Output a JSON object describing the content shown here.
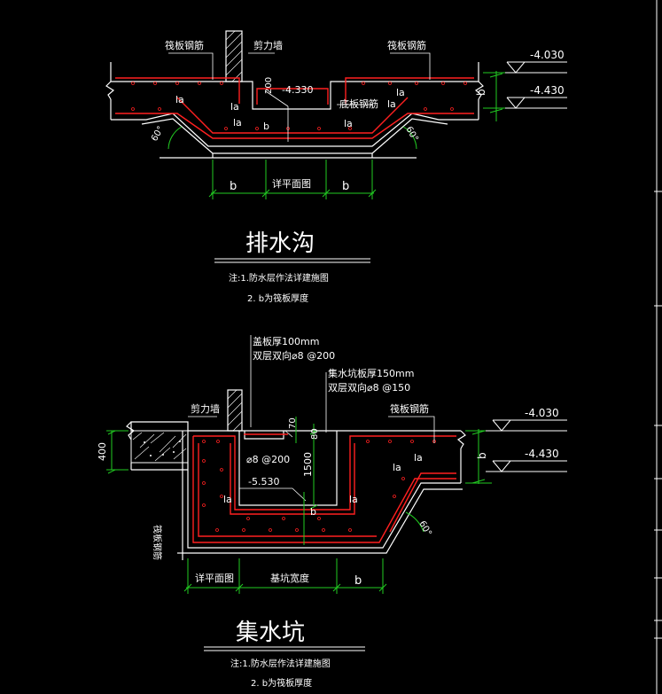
{
  "colors": {
    "background": "#000000",
    "outline": "#ffffff",
    "rebar": "#ff2020",
    "dimension": "#22cc22",
    "text": "#ffffff",
    "level": "#ffffff"
  },
  "trench": {
    "labels": {
      "raft_rebar_left": "筏板钢筋",
      "shear_wall": "剪力墙",
      "raft_rebar_right": "筏板钢筋",
      "bottom_rebar": "底板钢筋",
      "dim_200": "200",
      "level_mid": "-4.330",
      "la_1": "la",
      "la_2": "la",
      "la_3": "la",
      "la_4": "la",
      "la_5": "la",
      "la_6": "la",
      "b_left_mid": "b",
      "angle_left": "60°",
      "angle_right": "60°",
      "b_right": "b"
    },
    "levels": {
      "top": "-4.030",
      "bottom": "-4.430"
    },
    "dims": {
      "left": "b",
      "middle": "详平面图",
      "right": "b"
    },
    "title": "排水沟",
    "notes": [
      "注:1.防水层作法详建施图",
      "2. b为筏板厚度"
    ]
  },
  "sump": {
    "labels": {
      "cover_slab_1": "盖板厚100mm",
      "cover_slab_2": "双层双向⌀8 @200",
      "pit_slab_1": "集水坑板厚150mm",
      "pit_slab_2": "双层双向⌀8 @150",
      "shear_wall": "剪力墙",
      "raft_rebar": "筏板钢筋",
      "dim_70": "70",
      "dim_80": "80",
      "dim_1500": "1500",
      "bar_200": "⌀8 @200",
      "level_mid": "-5.530",
      "dim_400": "400",
      "raft_rebar_vertical": "筏板钢筋",
      "la_1": "la",
      "la_2": "la",
      "la_3": "la",
      "la_4": "la",
      "b_mid": "b",
      "b_right_vertical": "b",
      "angle": "60°"
    },
    "levels": {
      "top": "-4.030",
      "bottom": "-4.430"
    },
    "dims": {
      "left": "详平面图",
      "middle": "基坑宽度",
      "right": "b"
    },
    "title": "集水坑",
    "notes": [
      "注:1.防水层作法详建施图",
      "2. b为筏板厚度"
    ]
  }
}
